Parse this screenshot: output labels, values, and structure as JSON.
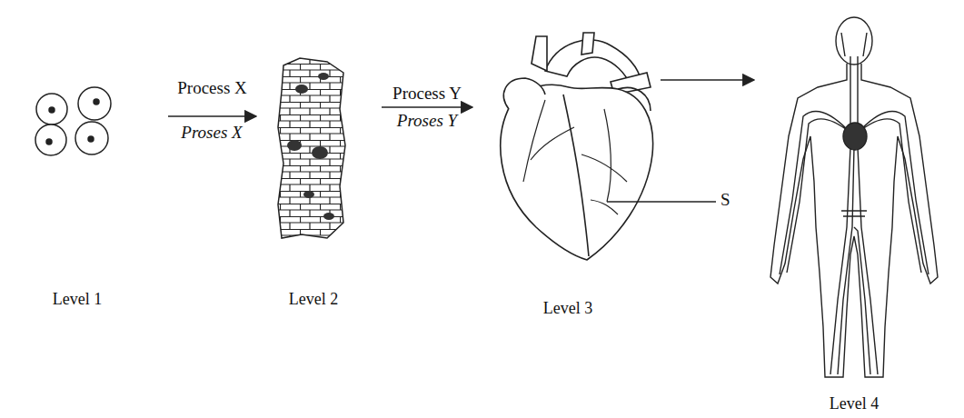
{
  "diagram": {
    "nodes": [
      {
        "text": [
          "Level 1"
        ]
      },
      {
        "text": [
          "Level 2"
        ]
      },
      {
        "text": [
          "Level 3"
        ]
      },
      {
        "text": [
          "Level 4"
        ]
      }
    ],
    "edges": [
      {
        "from": 0,
        "to": 1,
        "arrow": "to",
        "label": "Process X"
      },
      {
        "from": 1,
        "to": 2,
        "arrow": "to",
        "label": "Process Y"
      },
      {
        "from": 2,
        "to": 3,
        "arrow": "to"
      }
    ],
    "labels": [
      "Proses X",
      "Proses Y",
      "S"
    ]
  }
}
